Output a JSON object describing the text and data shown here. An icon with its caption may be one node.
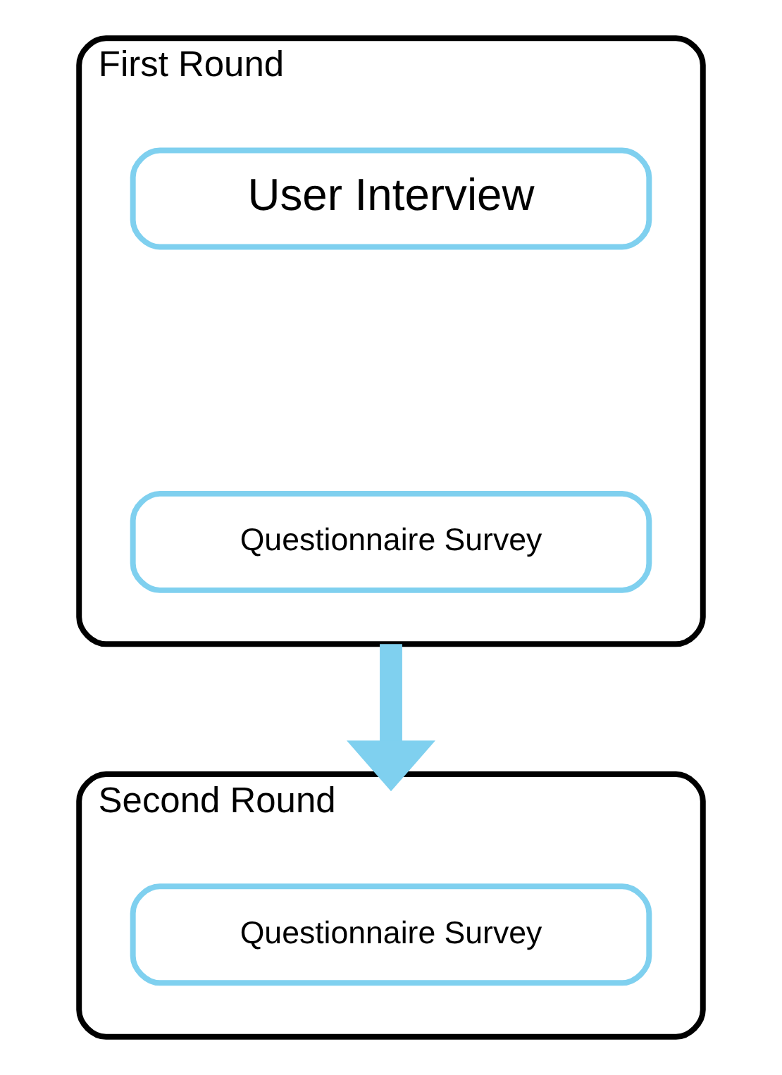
{
  "diagram": {
    "nodes": [
      {
        "text": [
          "First Round"
        ]
      },
      {
        "text": [
          "User Interview"
        ],
        "in": 0
      },
      {
        "text": [
          "Questionnaire Survey"
        ],
        "in": 0
      },
      {
        "text": [
          "Second Round"
        ]
      },
      {
        "text": [
          "Questionnaire Survey"
        ],
        "in": 3
      }
    ],
    "edges": [
      {
        "from": 0,
        "to": 3,
        "arrow": "to",
        "color": "#7fd0ef"
      }
    ]
  }
}
